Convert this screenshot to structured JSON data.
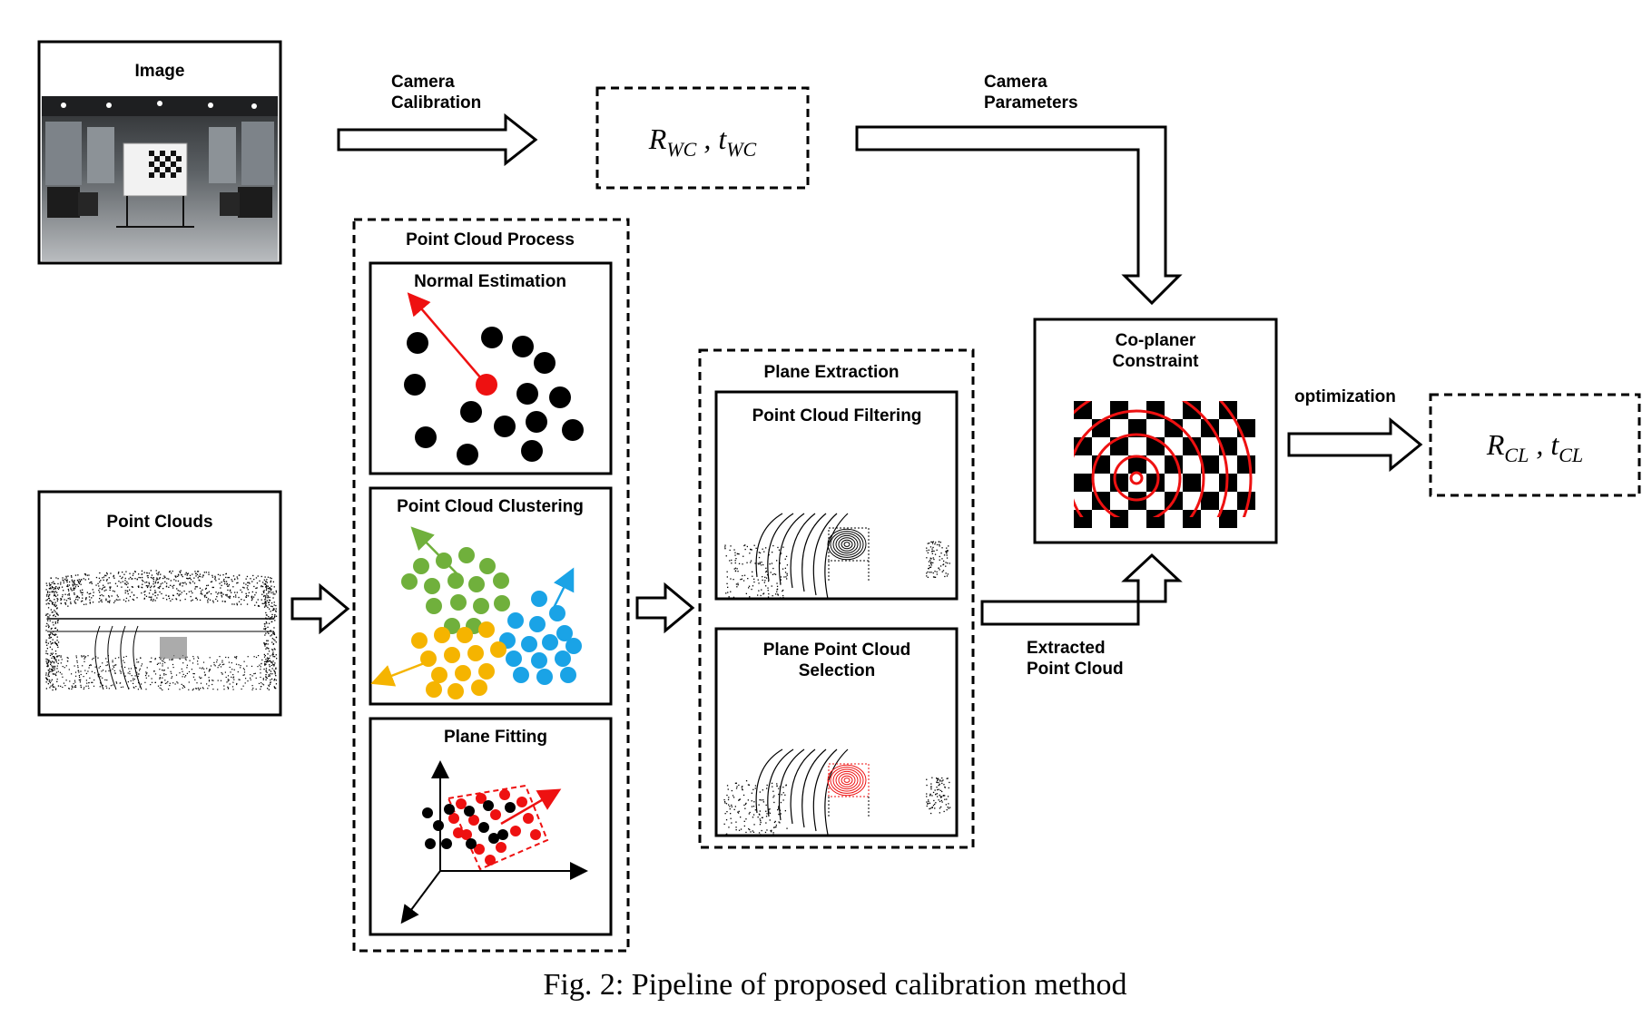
{
  "image_panel": {
    "title": "Image"
  },
  "point_clouds_panel": {
    "title": "Point Clouds"
  },
  "camera_calibration": {
    "line1": "Camera",
    "line2": "Calibration"
  },
  "camera_parameters": {
    "line1": "Camera",
    "line2": "Parameters"
  },
  "rwc_box": {
    "r_main": "R",
    "r_sub": "WC",
    "sep": " , ",
    "t_main": "t",
    "t_sub": "WC"
  },
  "point_cloud_process": {
    "title": "Point Cloud Process",
    "normal_estimation": "Normal Estimation",
    "clustering": "Point Cloud Clustering",
    "plane_fitting": "Plane Fitting"
  },
  "plane_extraction": {
    "title": "Plane Extraction",
    "filtering": "Point Cloud Filtering",
    "selection_line1": "Plane Point Cloud",
    "selection_line2": "Selection"
  },
  "extracted": {
    "line1": "Extracted",
    "line2": "Point Cloud"
  },
  "coplaner": {
    "line1": "Co-planer",
    "line2": "Constraint"
  },
  "optimization": {
    "label": "optimization"
  },
  "rcl_box": {
    "r_main": "R",
    "r_sub": "CL",
    "sep": " , ",
    "t_main": "t",
    "t_sub": "CL"
  },
  "caption": "Fig. 2: Pipeline of proposed calibration method",
  "colors": {
    "red": "#ee1111",
    "green": "#70b03c",
    "yellow": "#f5b400",
    "blue": "#1aa3e6",
    "black": "#000000"
  }
}
